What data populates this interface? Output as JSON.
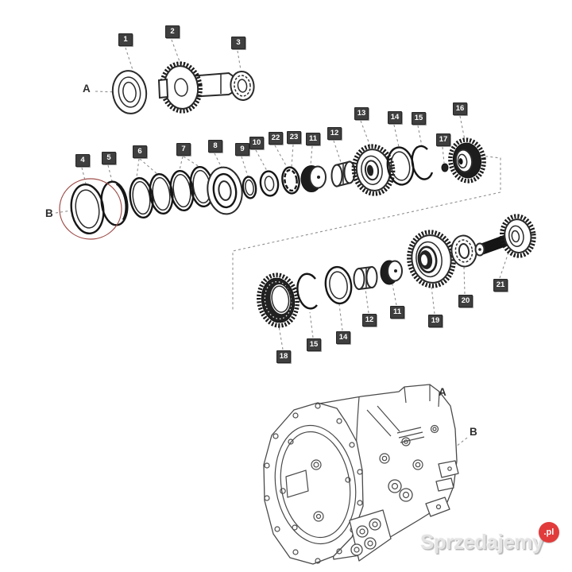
{
  "page": {
    "background": "#ffffff"
  },
  "colors": {
    "badge_bg": "#3f3f3f",
    "badge_text": "#ffffff",
    "leader_line": "#8f8f8f",
    "artwork_line": "#1c1c1c",
    "highlight_circle": "#9d4b47",
    "watermark_fill": "#e3e3e3",
    "watermark_badge": "#e23b3b"
  },
  "badges": {
    "n1": "1",
    "n2": "2",
    "n3": "3",
    "n4": "4",
    "n5": "5",
    "n6": "6",
    "n7": "7",
    "n8": "8",
    "n9": "9",
    "n10": "10",
    "n22": "22",
    "n23": "23",
    "n11": "11",
    "n12": "12",
    "n13": "13",
    "n14": "14",
    "n15": "15",
    "n17": "17",
    "n16": "16",
    "n18": "18",
    "n15b": "15",
    "n14b": "14",
    "n12b": "12",
    "n11b": "11",
    "n19": "19",
    "n20": "20",
    "n21": "21"
  },
  "reference_letters": {
    "a_top": "A",
    "b_mid": "B",
    "a_bottom": "A",
    "b_bottom": "B"
  },
  "watermark": {
    "brand": "Sprzedajemy",
    "tld": ".pl"
  }
}
